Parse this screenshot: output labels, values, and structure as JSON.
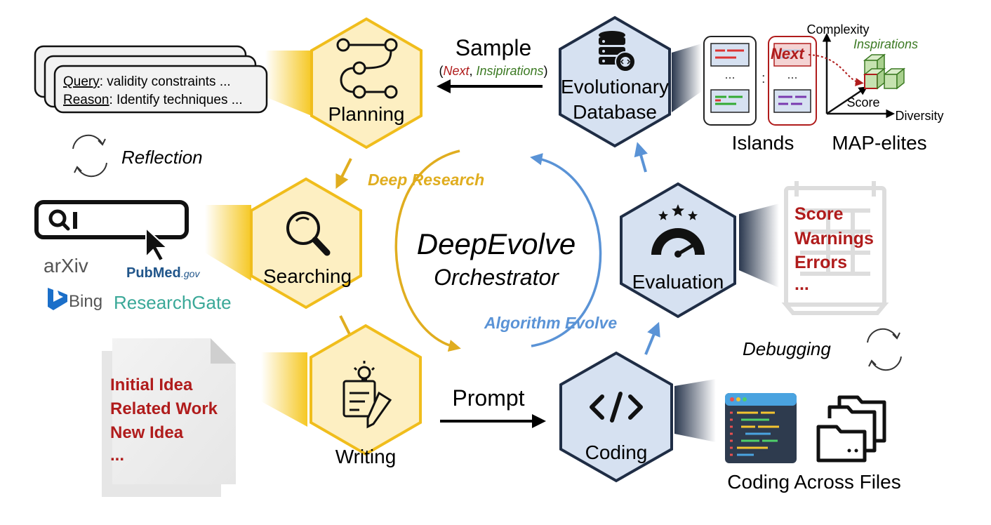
{
  "center": {
    "title": "DeepEvolve",
    "subtitle": "Orchestrator"
  },
  "loops": {
    "deep_research": "Deep Research",
    "algorithm_evolve": "Algorithm Evolve"
  },
  "nodes": {
    "planning": "Planning",
    "searching": "Searching",
    "writing": "Writing",
    "coding": "Coding",
    "evaluation": "Evaluation",
    "database_line1": "Evolutionary",
    "database_line2": "Database"
  },
  "sample": {
    "label": "Sample",
    "open_paren": "(",
    "next": "Next",
    "comma": ", ",
    "inspirations": "Insipirations",
    "close_paren": ")"
  },
  "prompt_label": "Prompt",
  "reflection_label": "Reflection",
  "debugging_label": "Debugging",
  "query_card": {
    "query_key": "Query",
    "query_value": ": validity constraints ...",
    "reason_key": "Reason",
    "reason_value": ": Identify techniques ..."
  },
  "sources": {
    "arxiv": "arXiv",
    "pubmed": "PubMed",
    "pubmed_suffix": ".gov",
    "bing": "Bing",
    "researchgate": "ResearchGate"
  },
  "idea_doc": [
    "Initial Idea",
    "Related Work",
    "New Idea",
    "..."
  ],
  "eval_results": [
    "Score",
    "Warnings",
    "Errors",
    "..."
  ],
  "islands_label": "Islands",
  "map_elites": {
    "label": "MAP-elites",
    "y_axis": "Complexity",
    "x_axis": "Diversity",
    "z_axis": "Score",
    "inspirations": "Inspirations",
    "next": "Next",
    "island_dots": "...",
    "island_sep": ":"
  },
  "coding_files_label": "Coding Across Files",
  "colors": {
    "yellow_fill": "#fdefc2",
    "yellow_stroke": "#f0bd1c",
    "blue_fill": "#d6e1f1",
    "blue_stroke": "#1f2d45",
    "yellow_arrow": "#e0ad1f",
    "blue_arrow": "#5a93d6",
    "red": "#b01c1c",
    "green": "#3c7a23"
  }
}
